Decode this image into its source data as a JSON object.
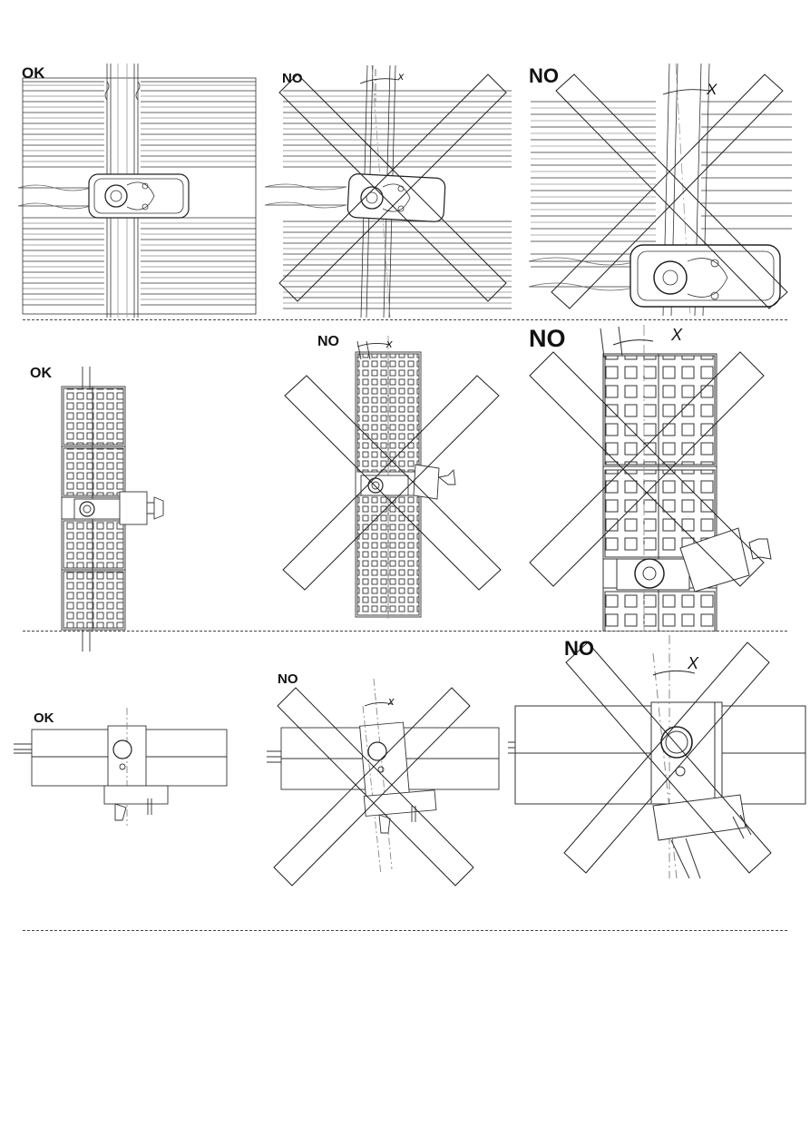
{
  "row1": {
    "ok_label": "OK",
    "no_mid_label": "NO",
    "no_mid_angle": "x",
    "no_right_label": "NO",
    "no_right_angle": "X"
  },
  "row2": {
    "ok_label": "OK",
    "no_mid_label": "NO",
    "no_mid_angle": "x",
    "no_right_label": "NO",
    "no_right_angle": "X"
  },
  "row3": {
    "ok_label": "OK",
    "no_mid_label": "NO",
    "no_mid_angle": "x",
    "no_right_label": "NO",
    "no_right_angle": "X"
  },
  "colors": {
    "line": "#333333",
    "background": "#ffffff"
  }
}
